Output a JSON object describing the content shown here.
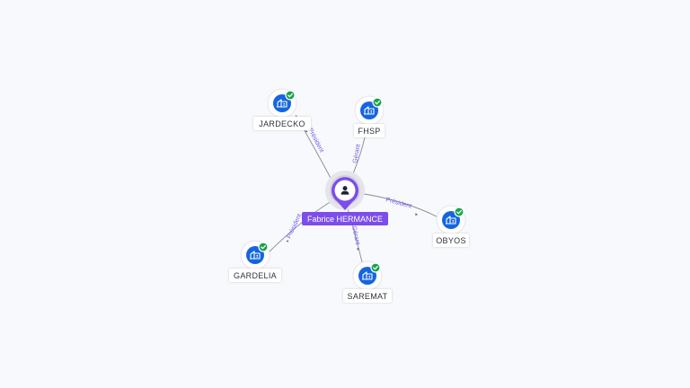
{
  "person": {
    "name": "Fabrice HERMANCE",
    "icon": "person-icon",
    "pin_color": "#7c4dea"
  },
  "companies": [
    {
      "id": "jardecko",
      "name": "JARDECKO",
      "role": "Président",
      "icon": "company-building-icon",
      "verified": true
    },
    {
      "id": "fhsp",
      "name": "FHSP",
      "role": "Gérant",
      "icon": "company-building-icon",
      "verified": true
    },
    {
      "id": "obyos",
      "name": "OBYOS",
      "role": "Président",
      "icon": "company-building-icon",
      "verified": true
    },
    {
      "id": "saremat",
      "name": "SAREMAT",
      "role": "Gérant",
      "icon": "company-building-icon",
      "verified": true
    },
    {
      "id": "gardelia",
      "name": "GARDELIA",
      "role": "Président",
      "icon": "company-building-icon",
      "verified": true
    }
  ],
  "colors": {
    "company_node": "#1565e0",
    "verified_badge": "#16a34a",
    "role_label": "#6e5ee8",
    "background": "#f8f9fc"
  }
}
